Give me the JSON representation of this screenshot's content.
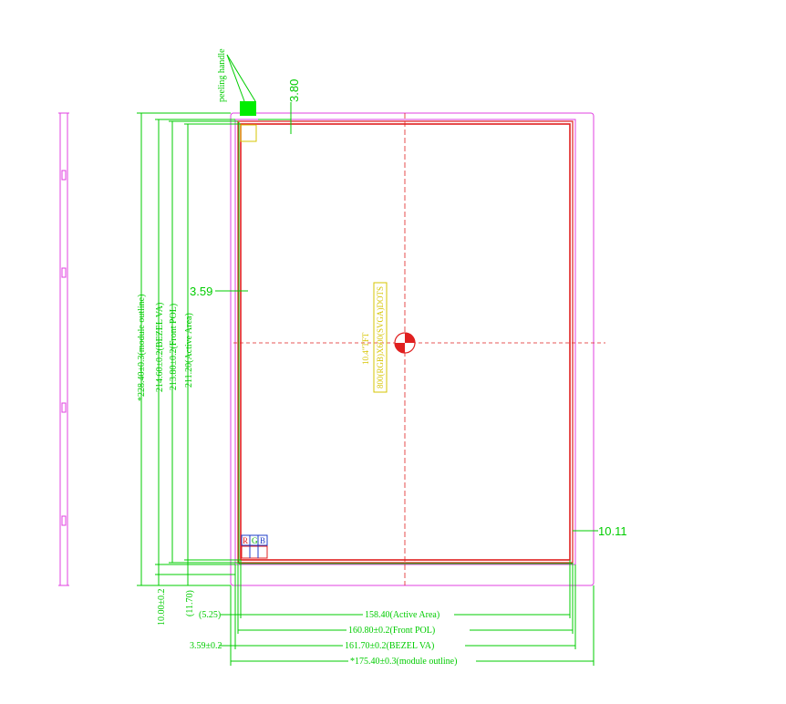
{
  "callouts": {
    "peeling_handle": "peeling handle",
    "top_offset": "3.80",
    "left_offset": "3.59",
    "right_offset": "10.11"
  },
  "vertical_dims": {
    "module_outline": "*228.40±0.3(module outline)",
    "bezel_va": "214.60±0.2(BEZEL VA)",
    "front_pol": "213.80±0.2(Front POL)",
    "active_area": "211.20(Active Area)"
  },
  "bottom_left_dims": {
    "bottom_offset": "10.00±0.2",
    "pol_offset": "(11.70)",
    "side_offset": "(5.25)",
    "bezel_side": "3.59±0.2"
  },
  "horizontal_dims": {
    "active_area": "158.40(Active Area)",
    "front_pol": "160.80±0.2(Front POL)",
    "bezel_va": "161.70±0.2(BEZEL VA)",
    "module_outline": "*175.40±0.3(module outline)"
  },
  "panel_label": {
    "line1": "10.4\"TFT",
    "line2": "800(RGB)X600(SVGA)DOTS"
  },
  "pixel_labels": {
    "r": "R",
    "g": "G",
    "b": "B"
  },
  "colors": {
    "dimension": "#00cc00",
    "outline": "#e040e0",
    "panel_red": "#e02020",
    "annotation": "#d6c400",
    "pixel_blue": "#1e3cc8",
    "handle": "#00ee00"
  }
}
